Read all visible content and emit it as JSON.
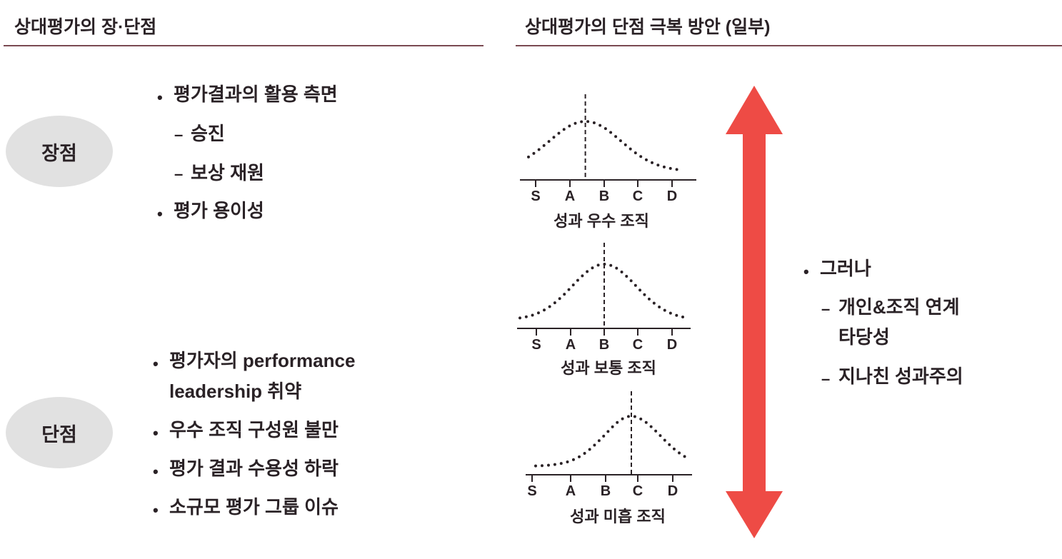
{
  "headers": {
    "left": "상대평가의 장·단점",
    "right": "상대평가의 단점 극복 방안 (일부)"
  },
  "pros": {
    "label": "장점",
    "items": [
      {
        "bullet": "•",
        "text": "평가결과의 활용 측면"
      },
      {
        "bullet": "–",
        "text": "승진"
      },
      {
        "bullet": "–",
        "text": "보상 재원"
      },
      {
        "bullet": "•",
        "text": "평가 용이성"
      }
    ]
  },
  "cons": {
    "label": "단점",
    "items": [
      {
        "bullet": "•",
        "text": "평가자의 performance"
      },
      {
        "bullet": "",
        "text": "leadership 취약"
      },
      {
        "bullet": "•",
        "text": "우수 조직 구성원 불만"
      },
      {
        "bullet": "•",
        "text": "평가 결과 수용성 하락"
      },
      {
        "bullet": "•",
        "text": "소규모 평가 그룹 이슈"
      }
    ]
  },
  "curves": {
    "ticks": [
      "S",
      "A",
      "B",
      "C",
      "D"
    ],
    "captions": [
      "성과 우수 조직",
      "성과 보통 조직",
      "성과 미흡 조직"
    ],
    "peaks": [
      1.45,
      2.0,
      2.8
    ]
  },
  "right_text": {
    "items": [
      {
        "bullet": "•",
        "text": "그러나"
      },
      {
        "bullet": "–",
        "text": "개인&조직 연계"
      },
      {
        "bullet": "",
        "text": "타당성"
      },
      {
        "bullet": "–",
        "text": "지나친 성과주의"
      }
    ]
  },
  "colors": {
    "arrow": "#ee4b45",
    "ellipse": "#e1e1e1",
    "rule": "#7a4a52",
    "text": "#2a2226"
  }
}
